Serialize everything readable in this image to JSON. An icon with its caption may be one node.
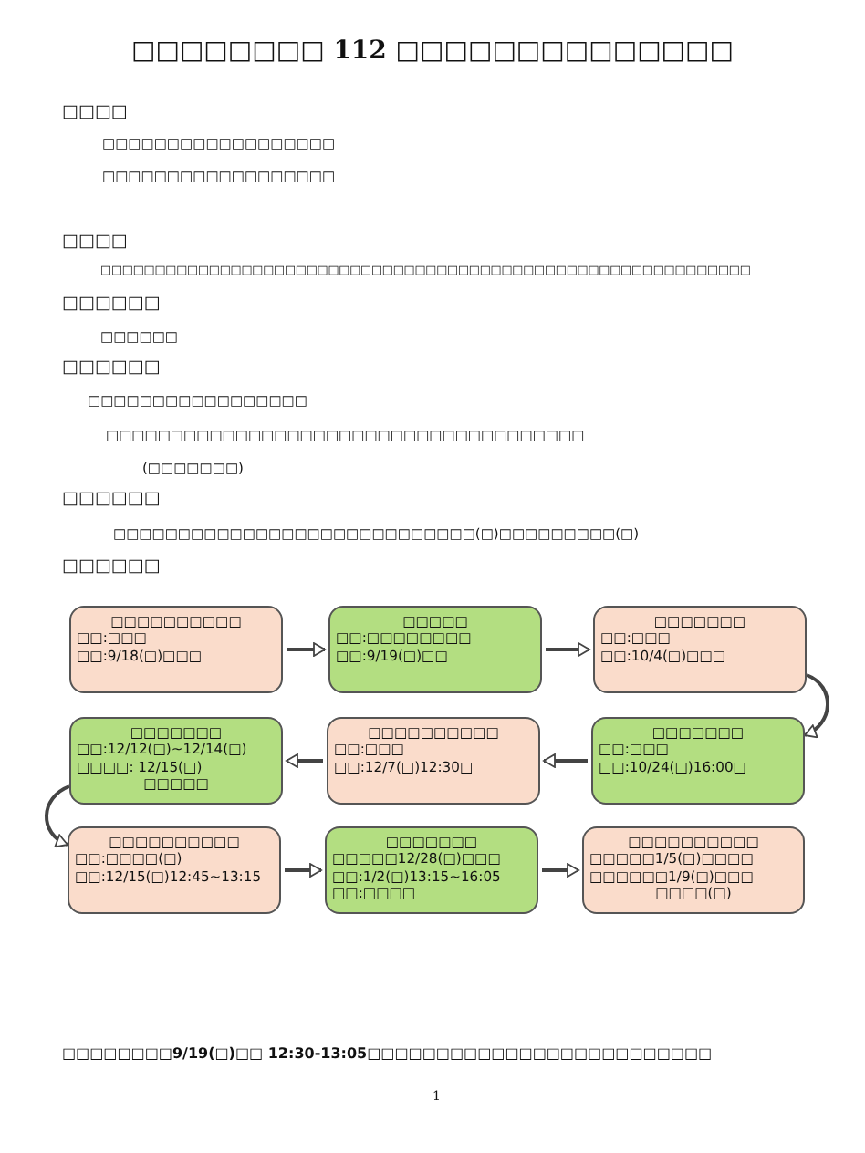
{
  "diagram": {
    "title": "□□□□□□□□ 112 □□□□□□□□□□□□□□",
    "nodes": [
      {
        "text": [
          "□□□□□□□□□□",
          "□□:□□□",
          "□□:9/18(□)□□□"
        ]
      },
      {
        "text": [
          "□□□□□",
          "□□:□□□□□□□□",
          "□□:9/19(□)□□"
        ]
      },
      {
        "text": [
          "□□□□□□□",
          "□□:□□□",
          "□□:10/4(□)□□□"
        ]
      },
      {
        "text": [
          "□□□□□□□",
          "□□:□□□",
          "□□:10/24(□)16:00□"
        ]
      },
      {
        "text": [
          "□□□□□□□□□□",
          "□□:□□□",
          "□□:12/7(□)12:30□"
        ]
      },
      {
        "text": [
          "□□□□□□□",
          "□□:12/12(□)~12/14(□)",
          "□□□□: 12/15(□)",
          "□□□□□"
        ]
      },
      {
        "text": [
          "□□□□□□□□□□",
          "□□:□□□□(□)",
          "□□:12/15(□)12:45~13:15"
        ]
      },
      {
        "text": [
          "□□□□□□□",
          "□□□□□12/28(□)□□□",
          "□□:1/2(□)13:15~16:05",
          "□□:□□□□"
        ]
      },
      {
        "text": [
          "□□□□□□□□□□",
          "□□□□□1/5(□)□□□□",
          "□□□□□□1/9(□)□□□",
          "□□□□(□)"
        ]
      }
    ],
    "edges": [
      {
        "from": 0,
        "to": 1,
        "arrow": "to"
      },
      {
        "from": 1,
        "to": 2,
        "arrow": "to"
      },
      {
        "from": 2,
        "to": 3,
        "arrow": "to"
      },
      {
        "from": 3,
        "to": 4,
        "arrow": "to"
      },
      {
        "from": 4,
        "to": 5,
        "arrow": "to"
      },
      {
        "from": 5,
        "to": 6,
        "arrow": "to"
      },
      {
        "from": 6,
        "to": 7,
        "arrow": "to"
      },
      {
        "from": 7,
        "to": 8,
        "arrow": "to"
      }
    ],
    "labels": [
      "□□□□",
      "□□□□□□□□□□□□□□□□□□",
      "□□□□□□□□□□□□□□□□□□",
      "□□□□",
      "□□□□□□□□□□□□□□□□□□□□□□□□□□□□□□□□□□□□□□□□□□□□□□□□□□□□□□□□□□□□",
      "□□□□□□",
      "□□□□□□",
      "□□□□□□",
      "□□□□□□□□□□□□□□□□□",
      "□□□□□□□□□□□□□□□□□□□□□□□□□□□□□□□□□□□□□",
      "(□□□□□□□)",
      "□□□□□□",
      "□□□□□□□□□□□□□□□□□□□□□□□□□□□□(□)□□□□□□□□□(□)",
      "□□□□□□",
      "□□□□□□□□9/19(□)□□ 12:30-13:05□□□□□□□□□□□□□□□□□□□□□□□□□",
      "1"
    ]
  }
}
